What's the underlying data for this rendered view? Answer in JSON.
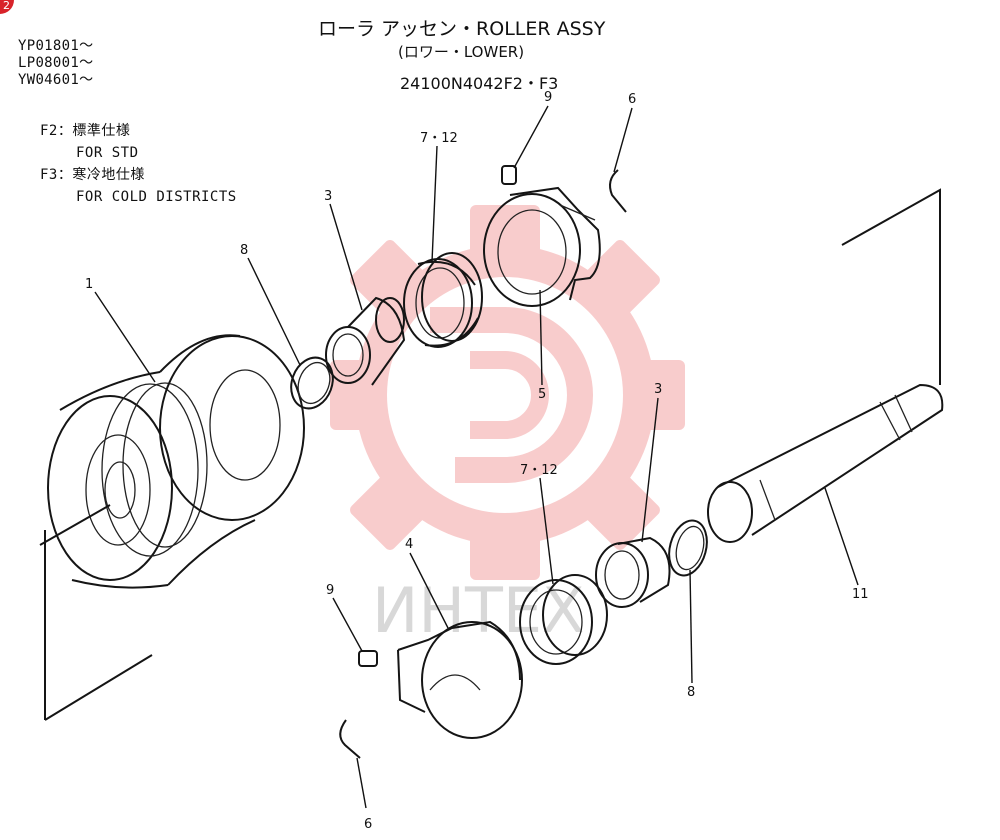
{
  "badge": "2",
  "header": {
    "title_line1": "ローラ アッセン・ROLLER ASSY",
    "title_line2": "(ロワー・LOWER)",
    "part_number": "24100N4042F2・F3"
  },
  "serials": [
    "YP01801～",
    "LP08001～",
    "YW04601～"
  ],
  "notes": {
    "f2_label": "F2：標準仕様",
    "f2_desc": "FOR STD",
    "f3_label": "F3：寒冷地仕様",
    "f3_desc": "FOR COLD DISTRICTS"
  },
  "watermark": {
    "text": "ИНТЕХ",
    "color": "#f2a0a0"
  },
  "callouts": {
    "roller": "1",
    "bushing_upper": "3",
    "bushing_lower": "3",
    "collar_lower": "4",
    "collar_upper": "5",
    "ring_upper": "6",
    "ring_lower": "6",
    "seal_upper": "7・12",
    "seal_lower": "7・12",
    "oring_left": "8",
    "oring_right": "8",
    "plug_upper": "9",
    "plug_lower": "9",
    "shaft": "11"
  }
}
